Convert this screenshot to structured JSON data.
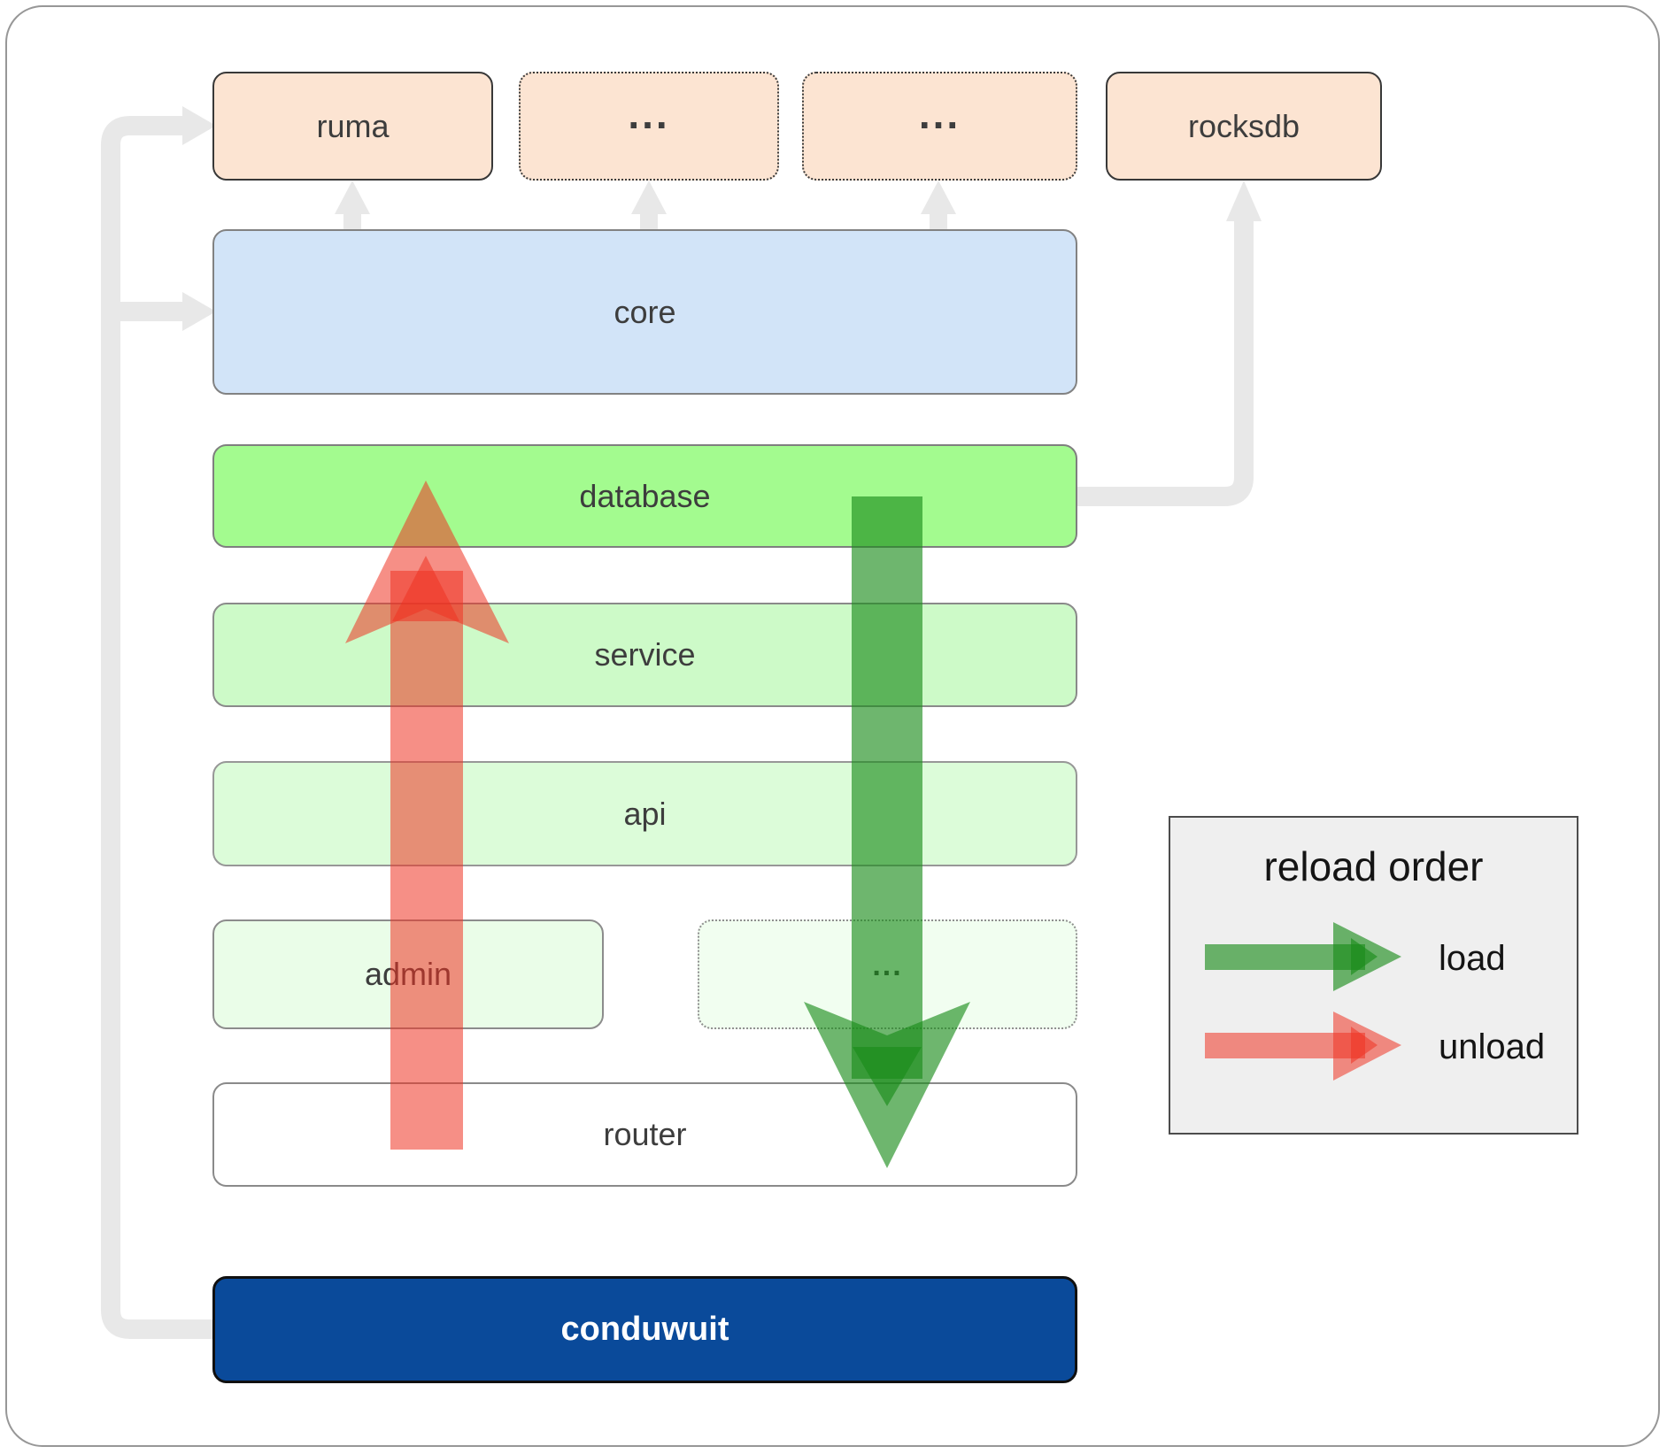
{
  "boxes": {
    "ruma": {
      "label": "ruma"
    },
    "ellipsis1": {
      "label": "..."
    },
    "ellipsis2": {
      "label": "..."
    },
    "rocksdb": {
      "label": "rocksdb"
    },
    "core": {
      "label": "core"
    },
    "database": {
      "label": "database"
    },
    "service": {
      "label": "service"
    },
    "api": {
      "label": "api"
    },
    "admin": {
      "label": "admin"
    },
    "ellipsis3": {
      "label": "..."
    },
    "router": {
      "label": "router"
    },
    "conduwuit": {
      "label": "conduwuit"
    }
  },
  "legend": {
    "title": "reload order",
    "items": [
      {
        "label": "load",
        "color": "#1a8c1a"
      },
      {
        "label": "unload",
        "color": "#ee3322"
      }
    ]
  },
  "colors": {
    "dependency_fill": "#fce4d2",
    "core_fill": "#d2e4f8",
    "database_fill": "#a3fb8f",
    "service_fill": "#cdfac8",
    "api_fill": "#dcfcd9",
    "admin_fill": "#eafde8",
    "ellipsis_fill": "#f1fef0",
    "router_fill": "#ffffff",
    "conduwuit_fill": "#0a4a9a",
    "connector_gray": "#e8e8e8",
    "load_green": "#1a8c1a",
    "unload_red": "#ee3322",
    "legend_bg": "#efefef"
  }
}
